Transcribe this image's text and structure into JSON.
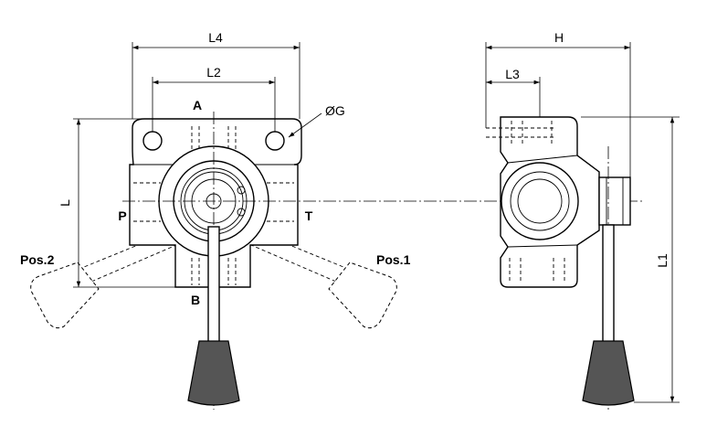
{
  "labels": {
    "L4": "L4",
    "L2": "L2",
    "A": "A",
    "OG": "ØG",
    "L": "L",
    "P": "P",
    "T": "T",
    "B": "B",
    "pos1": "Pos.1",
    "pos2": "Pos.2",
    "H": "H",
    "L3": "L3",
    "L1": "L1"
  },
  "colors": {
    "line": "#000000",
    "grip": "#555555",
    "background": "#ffffff"
  }
}
